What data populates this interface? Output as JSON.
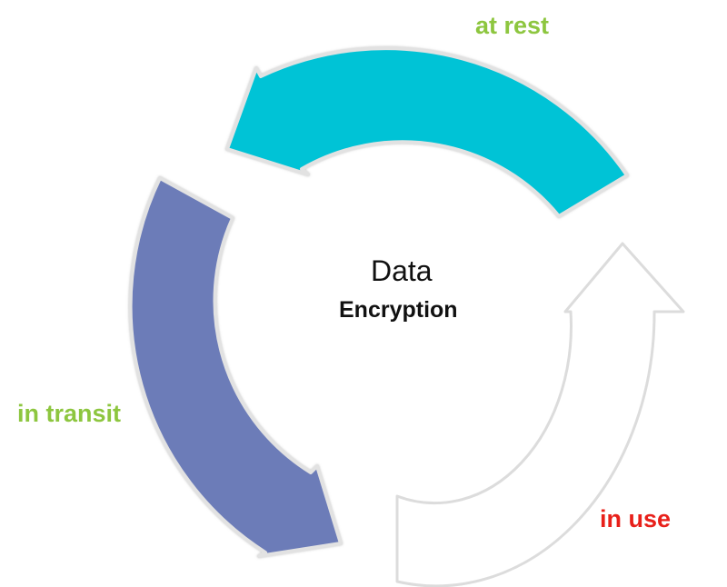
{
  "title": "Data",
  "subtitle": "Encryption",
  "stages": [
    {
      "label": "at rest",
      "label_color": "#8dc63f",
      "arrow_color": "#00c3d6",
      "arrow_style": "filled"
    },
    {
      "label": "in transit",
      "label_color": "#8dc63f",
      "arrow_color": "#6c7cb8",
      "arrow_style": "filled"
    },
    {
      "label": "in use",
      "label_color": "#e8201a",
      "arrow_color": "#ffffff",
      "arrow_style": "outline"
    }
  ]
}
